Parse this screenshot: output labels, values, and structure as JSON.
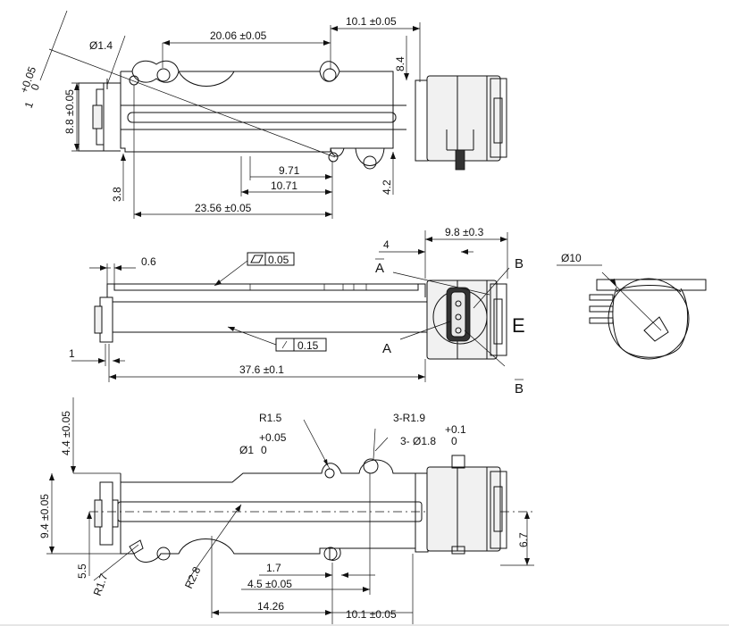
{
  "drawing_type": "stepper motor linear actuator dimension drawing",
  "top_view": {
    "dims": {
      "hole_dia": "Ø1.4",
      "hole_spacing": "20.06 ±0.05",
      "motor_offset_top": "10.1 ±0.05",
      "height_8_4": "8.4",
      "side_height": "8.8 ±0.05",
      "angle_tol_upper": "+0.05",
      "angle_tol_lower": "0",
      "angle_value": "1",
      "dim_9_71": "9.71",
      "dim_10_71": "10.71",
      "dim_23_56": "23.56 ±0.05",
      "dim_3_8": "3.8",
      "dim_4_2": "4.2"
    }
  },
  "side_view": {
    "dims": {
      "dim_0_6": "0.6",
      "flatness": "0.05",
      "runout": "0.15",
      "dim_1": "1",
      "overall_length": "37.6 ±0.1",
      "dim_4": "4",
      "motor_width": "9.8 ±0.3"
    },
    "section_labels": {
      "a_top": "A",
      "b_top": "B",
      "a_bottom": "A",
      "b_bottom": "B",
      "view_e": "E"
    }
  },
  "end_view": {
    "dia": "Ø10"
  },
  "bottom_view": {
    "dims": {
      "r1_5": "R1.5",
      "three_r1_9": "3-R1.9",
      "hole1_tol_upper": "+0.05",
      "hole1_label": "Ø1",
      "hole1_tol_lower": "0",
      "hole3_tol_upper": "+0.1",
      "hole3_label": "3- Ø1.8",
      "hole3_tol_lower": "0",
      "dim_4_4": "4.4 ±0.05",
      "dim_9_4": "9.4 ±0.05",
      "dim_5_5": "5.5",
      "r1_7": "R1.7",
      "r2_8": "R2.8",
      "dim_1_7": "1.7",
      "dim_4_5": "4.5 ±0.05",
      "dim_14_26": "14.26",
      "dim_10_1": "10.1 ±0.05",
      "dim_6_7": "6.7"
    }
  }
}
